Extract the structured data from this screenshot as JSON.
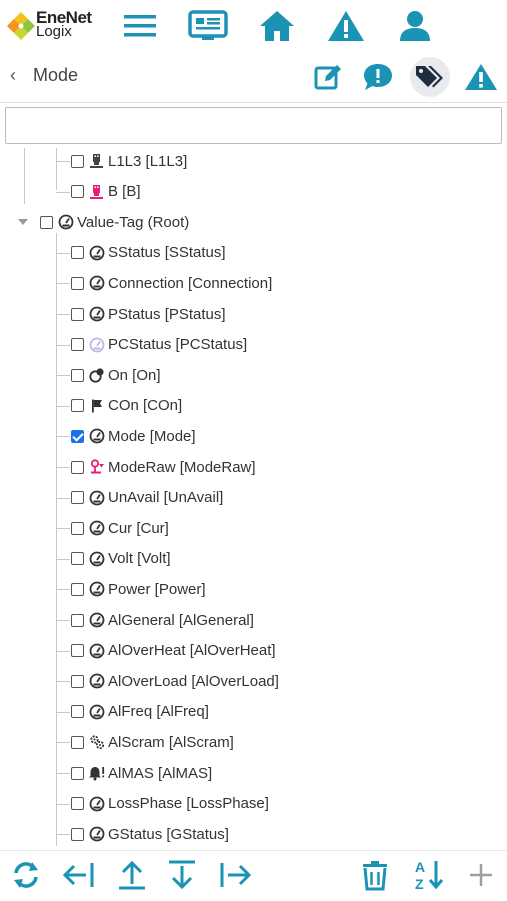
{
  "app": {
    "logo_line1": "EneNet",
    "logo_line2": "Logix"
  },
  "header": {
    "title": "Mode",
    "back_glyph": "‹"
  },
  "search": {
    "value": "",
    "placeholder": ""
  },
  "colors": {
    "accent": "#1b93b5",
    "checkbox_checked": "#1a73e8",
    "pink_icon": "#e91e78",
    "light_icon": "#b9b9e8"
  },
  "tree": {
    "partial_children": [
      {
        "label": "L1L3 [L1L3]",
        "icon": "device-icon",
        "checked": false
      },
      {
        "label": "B [B]",
        "icon": "device-pink-icon",
        "checked": false
      }
    ],
    "root": {
      "label": "Value-Tag (Root)",
      "icon": "gauge-icon",
      "checked": false,
      "expanded": true
    },
    "children": [
      {
        "label": "SStatus [SStatus]",
        "icon": "gauge-icon",
        "checked": false
      },
      {
        "label": "Connection [Connection]",
        "icon": "gauge-icon",
        "checked": false
      },
      {
        "label": "PStatus [PStatus]",
        "icon": "gauge-icon",
        "checked": false
      },
      {
        "label": "PCStatus [PCStatus]",
        "icon": "gauge-light-icon",
        "checked": false
      },
      {
        "label": "On [On]",
        "icon": "toggle-icon",
        "checked": false
      },
      {
        "label": "COn [COn]",
        "icon": "flag-icon",
        "checked": false
      },
      {
        "label": "Mode [Mode]",
        "icon": "gauge-icon",
        "checked": true
      },
      {
        "label": "ModeRaw [ModeRaw]",
        "icon": "raw-pink-icon",
        "checked": false
      },
      {
        "label": "UnAvail [UnAvail]",
        "icon": "gauge-icon",
        "checked": false
      },
      {
        "label": "Cur [Cur]",
        "icon": "gauge-icon",
        "checked": false
      },
      {
        "label": "Volt [Volt]",
        "icon": "gauge-icon",
        "checked": false
      },
      {
        "label": "Power [Power]",
        "icon": "gauge-icon",
        "checked": false
      },
      {
        "label": "AlGeneral [AlGeneral]",
        "icon": "gauge-icon",
        "checked": false
      },
      {
        "label": "AlOverHeat [AlOverHeat]",
        "icon": "gauge-icon",
        "checked": false
      },
      {
        "label": "AlOverLoad [AlOverLoad]",
        "icon": "gauge-icon",
        "checked": false
      },
      {
        "label": "AlFreq [AlFreq]",
        "icon": "gauge-icon",
        "checked": false
      },
      {
        "label": "AlScram [AlScram]",
        "icon": "gear-cluster-icon",
        "checked": false
      },
      {
        "label": "AlMAS [AlMAS]",
        "icon": "bell-alert-icon",
        "checked": false
      },
      {
        "label": "LossPhase [LossPhase]",
        "icon": "gauge-icon",
        "checked": false
      },
      {
        "label": "GStatus [GStatus]",
        "icon": "gauge-icon",
        "checked": false
      }
    ]
  },
  "toolbar_icons": [
    "refresh-icon",
    "collapse-left-icon",
    "move-up-icon",
    "move-down-icon",
    "expand-right-icon",
    "delete-icon",
    "sort-az-icon",
    "add-icon"
  ]
}
